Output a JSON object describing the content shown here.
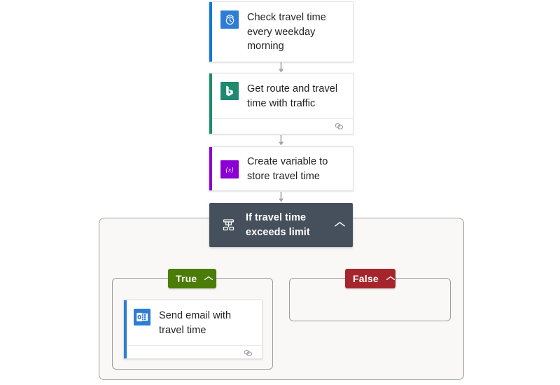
{
  "flow": {
    "name": "travel-time-flow",
    "background_color": "#ffffff",
    "steps": [
      {
        "id": "trigger",
        "title": "Check travel time every weekday morning",
        "icon": "alarm-clock-icon",
        "icon_bg": "#2e7cd6",
        "accent_color": "#0f78d4",
        "has_footer": false
      },
      {
        "id": "get-route",
        "title": "Get route and travel time with traffic",
        "icon": "bing-maps-icon",
        "icon_bg": "#1f8a70",
        "accent_color": "#1f8a70",
        "has_footer": true,
        "footer_icon": "link-icon"
      },
      {
        "id": "create-variable",
        "title": "Create variable to store travel time",
        "icon": "variable-braces-icon",
        "icon_bg": "#8a00d4",
        "accent_color": "#8a00d4",
        "has_footer": false
      }
    ],
    "condition": {
      "id": "if-travel-time",
      "title": "If travel time exceeds limit",
      "icon": "condition-branch-icon",
      "background_color": "#45505c",
      "collapse_icon": "chevron-up-icon",
      "branches": {
        "true": {
          "label": "True",
          "color": "#4a7c07",
          "collapse_icon": "chevron-up-icon",
          "actions": [
            {
              "id": "send-email",
              "title": "Send email with travel time",
              "icon": "outlook-mail-icon",
              "icon_bg": "#2e7cd6",
              "accent_color": "#2e7cd6",
              "has_footer": true,
              "footer_icon": "link-icon"
            }
          ]
        },
        "false": {
          "label": "False",
          "color": "#a4262c",
          "collapse_icon": "chevron-up-icon",
          "actions": []
        }
      }
    },
    "connector_color": "#a3a3a3",
    "scope_background": "#f9f8f6",
    "scope_border": "#9e9e9e"
  }
}
